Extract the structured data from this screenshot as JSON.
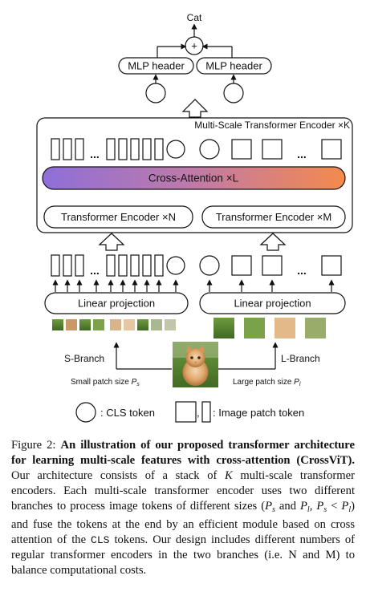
{
  "diagram": {
    "output_label": "Cat",
    "plus_symbol": "+",
    "mlp_left": "MLP header",
    "mlp_right": "MLP header",
    "encoder_title": "Multi-Scale Transformer Encoder ×K",
    "cross_attention": "Cross-Attention ×L",
    "enc_small": "Transformer Encoder ×N",
    "enc_large": "Transformer Encoder ×M",
    "linproj_small": "Linear projection",
    "linproj_large": "Linear projection",
    "ellipsis": "...",
    "s_branch": "S-Branch",
    "l_branch": "L-Branch",
    "small_patch": "Small patch size",
    "small_patch_sym": "P",
    "small_patch_sub": "s",
    "large_patch": "Large patch size",
    "large_patch_sym": "P",
    "large_patch_sub": "l",
    "legend_cls": ": CLS token",
    "legend_patch": ": Image patch token",
    "colors": {
      "grad_start": "#8e6fd8",
      "grad_mid": "#c07aa8",
      "grad_end": "#f48a4c"
    }
  },
  "caption": {
    "fig": "Figure 2: ",
    "bold": "An illustration of our proposed transformer architecture for learning multi-scale features with cross-attention (CrossViT).",
    "t1": " Our architecture consists of a stack of ",
    "K": "K",
    "t2": " multi-scale transformer encoders. Each multi-scale transformer encoder uses two different branches to process image tokens of different sizes (",
    "Ps": "P",
    "s": "s",
    "and": " and ",
    "Pl": "P",
    "l": "l",
    "comma": ", ",
    "Ps2": "P",
    "s2": "s",
    "lt": " < ",
    "Pl2": "P",
    "l2": "l",
    "t3": ") and fuse the tokens at the end by an efficient module based on cross attention of the ",
    "cls": "CLS",
    "t4": " tokens. Our design includes different numbers of regular transformer encoders in the two branches (i.e. N and M) to balance computational costs."
  }
}
